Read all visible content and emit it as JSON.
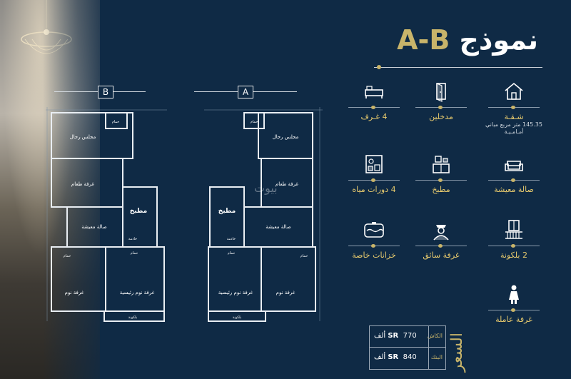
{
  "title": {
    "prefix": "نموذج",
    "model": "A-B"
  },
  "plans": {
    "b": {
      "tag": "B",
      "rooms": {
        "majlis": "مجلس رجال",
        "dining": "غرفة طعام",
        "kitchen": "مطبخ",
        "living": "صالة معيشة",
        "bedroom": "غرفة نوم",
        "master": "غرفة نوم رئيسية",
        "bath1": "حمام",
        "bath2": "حمام",
        "bath3": "حمام",
        "maid": "خادمة",
        "balcony": "بلكونة"
      }
    },
    "a": {
      "tag": "A",
      "rooms": {
        "majlis": "مجلس رجال",
        "dining": "غرفة طعام",
        "kitchen": "مطبخ",
        "living": "صالة معيشة",
        "bedroom": "غرفة نوم",
        "master": "غرفة نوم رئيسية",
        "bath1": "حمام",
        "bath2": "حمام",
        "bath3": "حمام",
        "maid": "خادمة",
        "balcony": "بلكونة"
      }
    }
  },
  "watermark": "بيوت",
  "features": [
    {
      "icon": "house-icon",
      "label": "شـقـة",
      "sub1": "145.35 متر مربع مباني",
      "sub2": "أمـامـيـة"
    },
    {
      "icon": "door-icon",
      "label": "مدخلين"
    },
    {
      "icon": "bed-icon",
      "label": "4 غـرف"
    },
    {
      "icon": "sofa-icon",
      "label": "صالة معيشة"
    },
    {
      "icon": "kitchen-icon",
      "label": "مطبخ"
    },
    {
      "icon": "bathroom-icon",
      "label": "4 دورات مياه"
    },
    {
      "icon": "balcony-icon",
      "label": "2 بلكونة"
    },
    {
      "icon": "driver-icon",
      "label": "غرفة سائق"
    },
    {
      "icon": "water-tank-icon",
      "label": "خزانات خاصة"
    },
    {
      "icon": "maid-icon",
      "label": "غرفة عاملة"
    }
  ],
  "prices": {
    "heading": "السعر",
    "row1": {
      "value": "770 ألف",
      "currency": "SR",
      "label": "الكاش"
    },
    "row2": {
      "value": "840 ألف",
      "currency": "SR",
      "label": "البنك"
    }
  },
  "colors": {
    "background": "#0f2a45",
    "accent": "#c8b46a",
    "label": "#e6c96d"
  }
}
